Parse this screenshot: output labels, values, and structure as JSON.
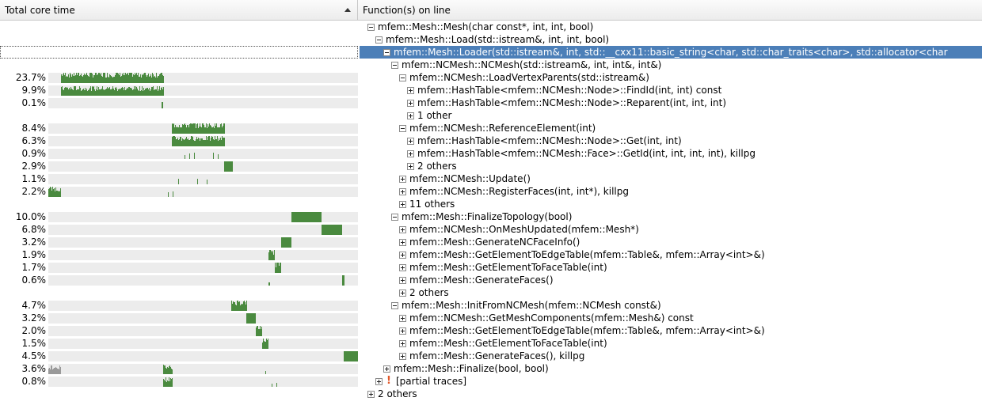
{
  "header": {
    "left_title": "Total core time",
    "right_title": "Function(s) on line"
  },
  "colors": {
    "bar": "#4a8a3f",
    "bar_gray": "#9a9a9a",
    "track": "#ececec",
    "selected": "#4c7fb8"
  },
  "rows": [
    {
      "pct": "",
      "label": "mfem::Mesh::Mesh(char const*, int, int, bool)",
      "depth": 0,
      "exp": "minus"
    },
    {
      "pct": "",
      "label": "mfem::Mesh::Load(std::istream&, int, int, bool)",
      "depth": 1,
      "exp": "minus"
    },
    {
      "pct": "",
      "label": "mfem::Mesh::Loader(std::istream&, int, std::__cxx11::basic_string<char, std::char_traits<char>, std::allocator<char",
      "depth": 2,
      "exp": "minus",
      "selected": true
    },
    {
      "pct": "",
      "label": "mfem::NCMesh::NCMesh(std::istream&, int, int&, int&)",
      "depth": 3,
      "exp": "minus"
    },
    {
      "pct": "23.7%",
      "label": "mfem::NCMesh::LoadVertexParents(std::istream&)",
      "depth": 4,
      "exp": "minus",
      "bars": [
        [
          0.04,
          0.37,
          1,
          "spiky"
        ]
      ]
    },
    {
      "pct": "9.9%",
      "label": "mfem::HashTable<mfem::NCMesh::Node>::FindId(int, int) const",
      "depth": 5,
      "exp": "plus",
      "bars": [
        [
          0.04,
          0.37,
          0.8,
          "spiky"
        ]
      ]
    },
    {
      "pct": "0.1%",
      "label": "mfem::HashTable<mfem::NCMesh::Node>::Reparent(int, int, int)",
      "depth": 5,
      "exp": "plus",
      "bars": [
        [
          0.367,
          0.371,
          0.6,
          "solid"
        ]
      ]
    },
    {
      "pct": "",
      "label": "1 other",
      "depth": 5,
      "exp": "plus"
    },
    {
      "pct": "8.4%",
      "label": "mfem::NCMesh::ReferenceElement(int)",
      "depth": 4,
      "exp": "minus",
      "bars": [
        [
          0.4,
          0.57,
          1,
          "spiky"
        ]
      ]
    },
    {
      "pct": "6.3%",
      "label": "mfem::HashTable<mfem::NCMesh::Node>::Get(int, int)",
      "depth": 5,
      "exp": "plus",
      "bars": [
        [
          0.4,
          0.57,
          0.9,
          "spiky"
        ]
      ]
    },
    {
      "pct": "0.9%",
      "label": "mfem::HashTable<mfem::NCMesh::Face>::GetId(int, int, int, int), killpg",
      "depth": 5,
      "exp": "plus",
      "bars": [
        [
          0.41,
          0.56,
          0.7,
          "sparse"
        ]
      ]
    },
    {
      "pct": "2.9%",
      "label": "2 others",
      "depth": 5,
      "exp": "plus",
      "bars": [
        [
          0.567,
          0.597,
          1,
          "solid"
        ]
      ]
    },
    {
      "pct": "1.1%",
      "label": "mfem::NCMesh::Update()",
      "depth": 4,
      "exp": "plus",
      "bars": [
        [
          0.42,
          0.55,
          0.7,
          "sparse"
        ]
      ]
    },
    {
      "pct": "2.2%",
      "label": "mfem::NCMesh::RegisterFaces(int, int*), killpg",
      "depth": 4,
      "exp": "plus",
      "bars": [
        [
          0.0,
          0.04,
          0.9,
          "spiky"
        ],
        [
          0.37,
          0.41,
          0.9,
          "sparse"
        ]
      ]
    },
    {
      "pct": "",
      "label": "11 others",
      "depth": 4,
      "exp": "plus"
    },
    {
      "pct": "10.0%",
      "label": "mfem::Mesh::FinalizeTopology(bool)",
      "depth": 3,
      "exp": "minus",
      "bars": [
        [
          0.784,
          0.882,
          1,
          "solid"
        ]
      ]
    },
    {
      "pct": "6.8%",
      "label": "mfem::NCMesh::OnMeshUpdated(mfem::Mesh*)",
      "depth": 4,
      "exp": "plus",
      "bars": [
        [
          0.882,
          0.95,
          1,
          "solid"
        ]
      ]
    },
    {
      "pct": "3.2%",
      "label": "mfem::Mesh::GenerateNCFaceInfo()",
      "depth": 4,
      "exp": "plus",
      "bars": [
        [
          0.752,
          0.785,
          1,
          "solid"
        ]
      ]
    },
    {
      "pct": "1.9%",
      "label": "mfem::Mesh::GetElementToEdgeTable(mfem::Table&, mfem::Array<int>&)",
      "depth": 4,
      "exp": "plus",
      "bars": [
        [
          0.712,
          0.732,
          1,
          "spiky"
        ]
      ]
    },
    {
      "pct": "1.7%",
      "label": "mfem::Mesh::GetElementToFaceTable(int)",
      "depth": 4,
      "exp": "plus",
      "bars": [
        [
          0.732,
          0.752,
          1,
          "spiky"
        ]
      ]
    },
    {
      "pct": "0.6%",
      "label": "mfem::Mesh::GenerateFaces()",
      "depth": 4,
      "exp": "plus",
      "bars": [
        [
          0.712,
          0.716,
          0.3,
          "solid"
        ],
        [
          0.95,
          0.957,
          1,
          "solid"
        ]
      ]
    },
    {
      "pct": "",
      "label": "2 others",
      "depth": 4,
      "exp": "plus"
    },
    {
      "pct": "4.7%",
      "label": "mfem::Mesh::InitFromNCMesh(mfem::NCMesh const&)",
      "depth": 3,
      "exp": "minus",
      "bars": [
        [
          0.59,
          0.64,
          1,
          "spiky"
        ]
      ]
    },
    {
      "pct": "3.2%",
      "label": "mfem::NCMesh::GetMeshComponents(mfem::Mesh&) const",
      "depth": 4,
      "exp": "plus",
      "bars": [
        [
          0.64,
          0.67,
          1,
          "solid"
        ]
      ]
    },
    {
      "pct": "2.0%",
      "label": "mfem::Mesh::GetElementToEdgeTable(mfem::Table&, mfem::Array<int>&)",
      "depth": 4,
      "exp": "plus",
      "bars": [
        [
          0.67,
          0.69,
          1,
          "spiky"
        ]
      ]
    },
    {
      "pct": "1.5%",
      "label": "mfem::Mesh::GetElementToFaceTable(int)",
      "depth": 4,
      "exp": "plus",
      "bars": [
        [
          0.69,
          0.71,
          1,
          "spiky"
        ]
      ]
    },
    {
      "pct": "4.5%",
      "label": "mfem::Mesh::GenerateFaces(), killpg",
      "depth": 4,
      "exp": "plus",
      "bars": [
        [
          0.955,
          1.0,
          1,
          "solid"
        ]
      ]
    },
    {
      "pct": "3.6%",
      "label": "mfem::Mesh::Finalize(bool, bool)",
      "depth": 2,
      "exp": "plus",
      "bars": [
        [
          0.0,
          0.04,
          0.8,
          "spiky-gray"
        ],
        [
          0.37,
          0.4,
          0.8,
          "spiky"
        ],
        [
          0.7,
          0.74,
          0.5,
          "sparse"
        ]
      ]
    },
    {
      "pct": "0.8%",
      "label": "[partial traces]",
      "depth": 1,
      "exp": "plus",
      "warn": true,
      "bars": [
        [
          0.37,
          0.4,
          0.8,
          "spiky"
        ],
        [
          0.72,
          0.74,
          0.5,
          "sparse"
        ]
      ]
    },
    {
      "pct": "",
      "label": "2 others",
      "depth": 0,
      "exp": "plus"
    }
  ]
}
